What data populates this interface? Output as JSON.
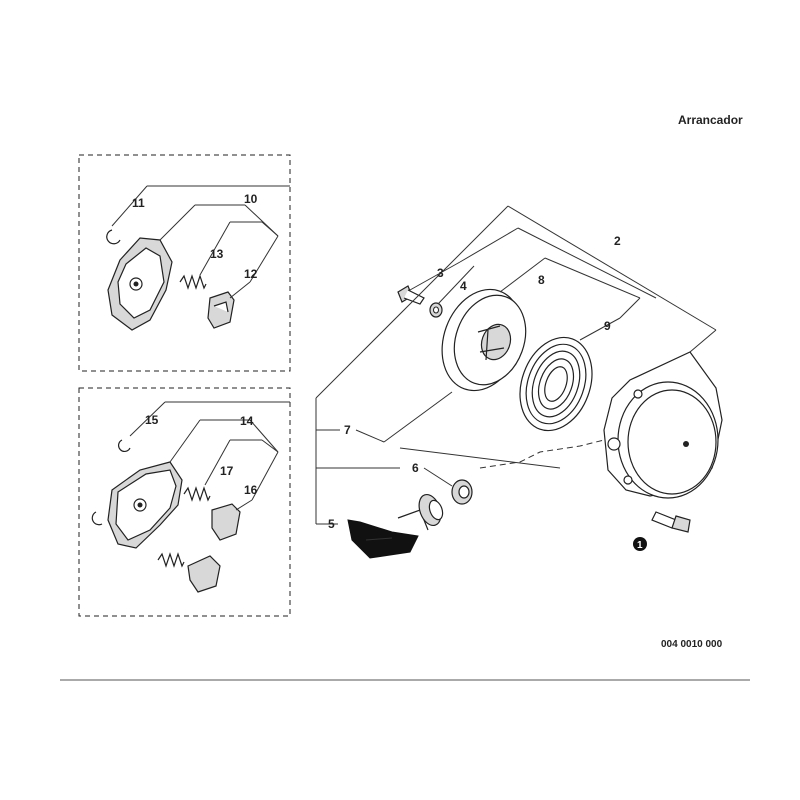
{
  "title": "Arrancador",
  "drawing_code": "004 0010 000",
  "labels": {
    "l1": "1",
    "l2": "2",
    "l3": "3",
    "l4": "4",
    "l5": "5",
    "l6": "6",
    "l7": "7",
    "l8": "8",
    "l9": "9",
    "l10": "10",
    "l11": "11",
    "l12": "12",
    "l13": "13",
    "l14": "14",
    "l15": "15",
    "l16": "16",
    "l17": "17"
  }
}
